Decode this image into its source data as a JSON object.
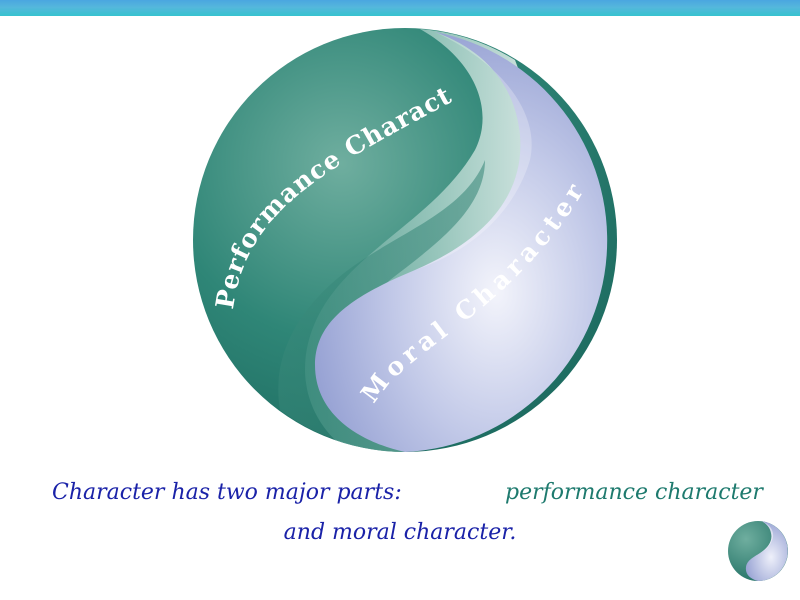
{
  "diagram": {
    "performance_label": "Performance Character",
    "moral_label": "Moral Character"
  },
  "caption": {
    "lead": "Character has two major parts:",
    "performance": "performance character",
    "and": "and",
    "moral": "moral character."
  },
  "colors": {
    "top_bar": "#4aa6e0",
    "teal": "#2a7f72",
    "lavender": "#9aa6d6",
    "caption_blue": "#1a22a8",
    "caption_teal": "#1e7a6e"
  }
}
